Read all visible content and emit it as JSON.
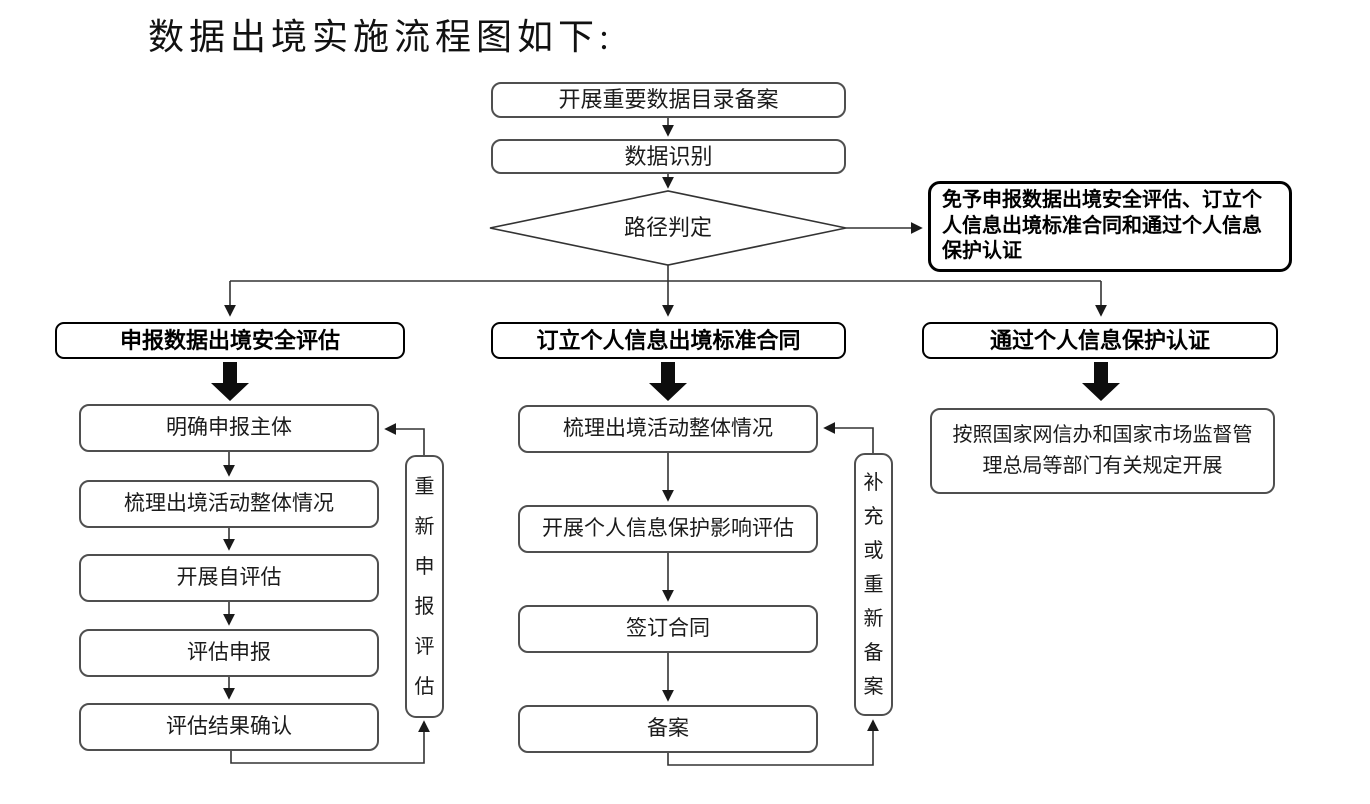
{
  "title": "数据出境实施流程图如下:",
  "flow": {
    "top": {
      "step1": "开展重要数据目录备案",
      "step2": "数据识别",
      "decision": "路径判定",
      "exempt_note": "免予申报数据出境安全评估、订立个人信息出境标准合同和通过个人信息保护认证"
    },
    "left": {
      "header": "申报数据出境安全评估",
      "steps": [
        "明确申报主体",
        "梳理出境活动整体情况",
        "开展自评估",
        "评估申报",
        "评估结果确认"
      ],
      "loop_label": "重新申报评估"
    },
    "middle": {
      "header": "订立个人信息出境标准合同",
      "steps": [
        "梳理出境活动整体情况",
        "开展个人信息保护影响评估",
        "签订合同",
        "备案"
      ],
      "loop_label": "补充或重新备案"
    },
    "right": {
      "header": "通过个人信息保护认证",
      "note": "按照国家网信办和国家市场监督管理总局等部门有关规定开展"
    }
  },
  "colors": {
    "background": "#ffffff",
    "line": "#333333",
    "box_border": "#4f4f4f",
    "bold_border": "#000000",
    "text": "#1b1b1b"
  }
}
